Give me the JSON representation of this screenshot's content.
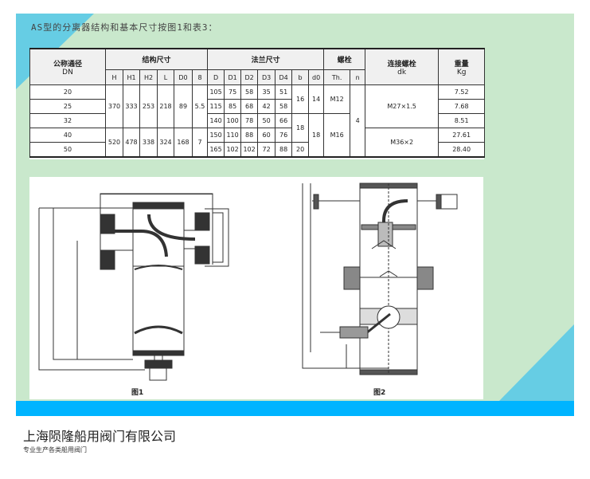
{
  "intro": "AS型的分离器结构和基本尺寸按图1和表3：",
  "table": {
    "group_headers": {
      "dn": "公称通径",
      "dn_sub": "DN",
      "structure": "结构尺寸",
      "flange": "法兰尺寸",
      "bolt": "螺栓",
      "connect": "连接螺栓",
      "connect_sub": "dk",
      "weight": "重量",
      "weight_sub": "Kg"
    },
    "sub_headers": [
      "H",
      "H1",
      "H2",
      "L",
      "D0",
      "8",
      "D",
      "D1",
      "D2",
      "D3",
      "D4",
      "b",
      "d0",
      "Th.",
      "n"
    ],
    "dn": [
      "20",
      "25",
      "32",
      "40",
      "50"
    ],
    "structure": [
      {
        "H": "370",
        "H1": "333",
        "H2": "253",
        "L": "218",
        "D0": "89",
        "s8": "5.5"
      },
      {
        "H": "520",
        "H1": "478",
        "H2": "338",
        "L": "324",
        "D0": "168",
        "s8": "7"
      }
    ],
    "flange": [
      [
        "105",
        "75",
        "58",
        "35",
        "51"
      ],
      [
        "115",
        "85",
        "68",
        "42",
        "58"
      ],
      [
        "140",
        "100",
        "78",
        "50",
        "66"
      ],
      [
        "150",
        "110",
        "88",
        "60",
        "76"
      ],
      [
        "165",
        "102",
        "102",
        "72",
        "88"
      ]
    ],
    "b": [
      "16",
      "18",
      "20"
    ],
    "d0": [
      "14",
      "18"
    ],
    "th": [
      "M12",
      "M16"
    ],
    "n": "4",
    "dk": [
      "M27×1.5",
      "M36×2"
    ],
    "weight": [
      "7.52",
      "7.68",
      "8.51",
      "27.61",
      "28.40"
    ]
  },
  "figures": {
    "fig1": "图1",
    "fig2": "图2"
  },
  "footer": {
    "company": "上海陨隆船用阀门有限公司",
    "slogan": "专业生产各类船用阀门"
  },
  "colors": {
    "panel": "#c9e8cc",
    "accent": "#66cde4",
    "band": "#00b4ff"
  }
}
